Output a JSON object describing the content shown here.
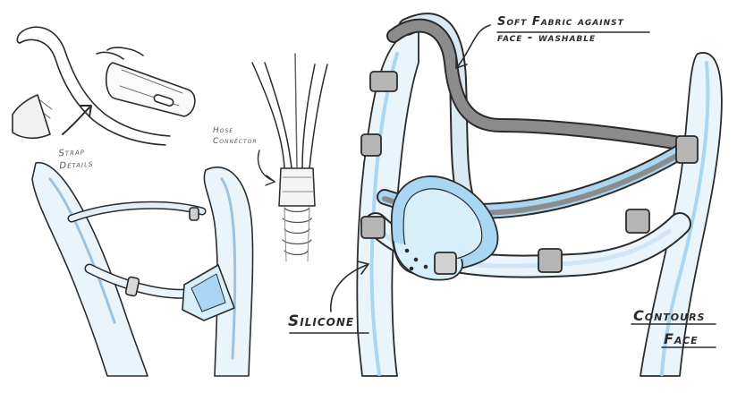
{
  "labels": {
    "strap_details": {
      "line1": "Strap",
      "line2": "Details"
    },
    "hose_connector": {
      "line1": "Hose",
      "line2": "Connector"
    },
    "soft_fabric": {
      "line1": "Soft Fabric against",
      "line2": "face - washable"
    },
    "silicone": "Silicone",
    "contours_face": {
      "line1": "Contours",
      "line2": "Face"
    }
  },
  "colors": {
    "ink": "#2b2b2b",
    "tube_fill": "#eaf4fb",
    "tube_tint": "#cfe6f6",
    "silicone_blue": "#a9d6f2",
    "silicone_light": "#d7eefb",
    "fabric_grey": "#8c8c8c",
    "clip_grey": "#b5b5b5"
  }
}
